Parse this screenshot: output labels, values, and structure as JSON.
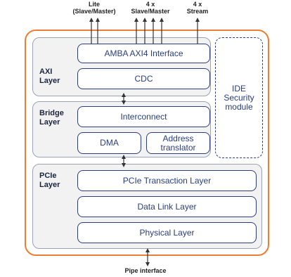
{
  "top_labels": {
    "lite": "Lite\n(Slave/Master)",
    "axi4x": "4 x\nSlave/Master",
    "stream": "4 x\nStream"
  },
  "layers": {
    "axi": {
      "title": "AXI\nLayer",
      "blocks": {
        "amba": "AMBA AXI4 Interface",
        "cdc": "CDC"
      }
    },
    "bridge": {
      "title": "Bridge\nLayer",
      "blocks": {
        "interconnect": "Interconnect",
        "dma": "DMA",
        "address_translator": "Address\ntranslator"
      }
    },
    "pcie": {
      "title": "PCIe\nLayer",
      "blocks": {
        "transaction": "PCIe Transaction Layer",
        "data_link": "Data Link Layer",
        "physical": "Physical Layer"
      }
    }
  },
  "ide_module": "IDE\nSecurity\nmodule",
  "bottom_label": "Pipe interface",
  "colors": {
    "outer_border": "#e87f34",
    "block_border": "#2d3d78",
    "layer_fill": "#f2f2f2",
    "text": "#2a3f7a"
  }
}
